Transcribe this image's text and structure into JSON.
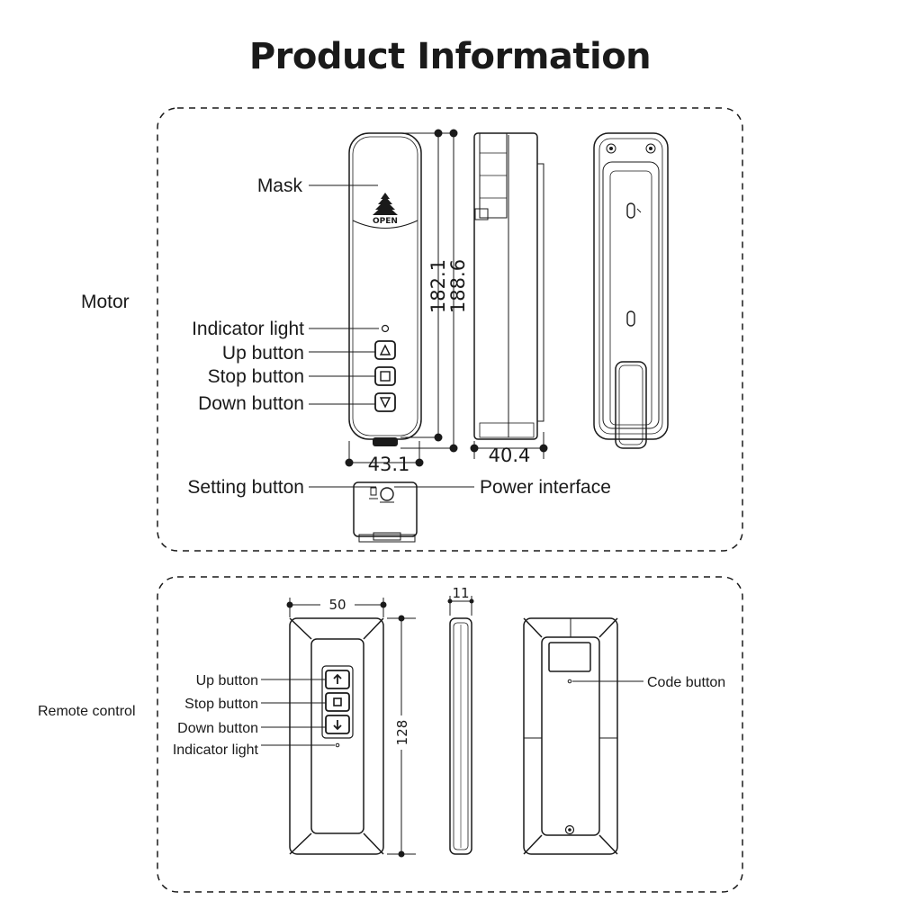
{
  "header": {
    "title": "Product Information"
  },
  "motor": {
    "section_label": "Motor",
    "labels": {
      "mask": "Mask",
      "indicator_light": "Indicator light",
      "up_button": "Up button",
      "stop_button": "Stop button",
      "down_button": "Down button",
      "setting_button": "Setting button",
      "power_interface": "Power interface"
    },
    "face_text": "OPEN",
    "dimensions": {
      "inner_height": "182.1",
      "outer_height": "188.6",
      "width": "43.1",
      "depth": "40.4"
    }
  },
  "remote": {
    "section_label": "Remote control",
    "labels": {
      "up_button": "Up button",
      "stop_button": "Stop button",
      "down_button": "Down button",
      "indicator_light": "Indicator light",
      "code_button": "Code button"
    },
    "dimensions": {
      "width": "50",
      "depth": "11",
      "height": "128"
    }
  },
  "icons": [
    "up-triangle-icon",
    "stop-square-icon",
    "down-triangle-icon",
    "up-arrow-icon",
    "down-arrow-icon",
    "dimension-dot-icon"
  ],
  "colors": {
    "line": "#1a1a1a",
    "background": "#ffffff"
  }
}
